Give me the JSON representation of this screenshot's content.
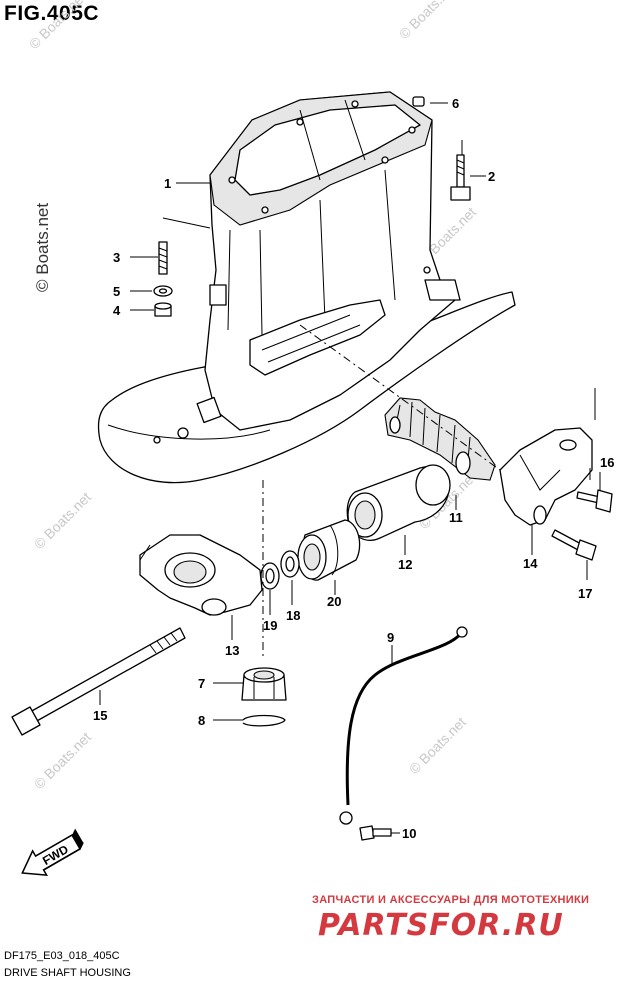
{
  "figure": {
    "title": "FIG.405C",
    "code": "DF175_E03_018_405C",
    "name": "DRIVE SHAFT HOUSING"
  },
  "callouts": [
    {
      "id": "1"
    },
    {
      "id": "2"
    },
    {
      "id": "3"
    },
    {
      "id": "4"
    },
    {
      "id": "5"
    },
    {
      "id": "6"
    },
    {
      "id": "7"
    },
    {
      "id": "8"
    },
    {
      "id": "9"
    },
    {
      "id": "10"
    },
    {
      "id": "11"
    },
    {
      "id": "12"
    },
    {
      "id": "13"
    },
    {
      "id": "14"
    },
    {
      "id": "15"
    },
    {
      "id": "16"
    },
    {
      "id": "17"
    },
    {
      "id": "18"
    },
    {
      "id": "19"
    },
    {
      "id": "20"
    }
  ],
  "direction_badge": "FWD",
  "watermark": "© Boats.net",
  "advert": {
    "tagline": "ЗАПЧАСТИ И АКСЕССУАРЫ ДЛЯ МОТОТЕХНИКИ",
    "logo": "PARTSFOR.RU"
  },
  "colors": {
    "ink": "#000000",
    "watermark": "#c8c8c8",
    "advert": "#d4393f"
  }
}
